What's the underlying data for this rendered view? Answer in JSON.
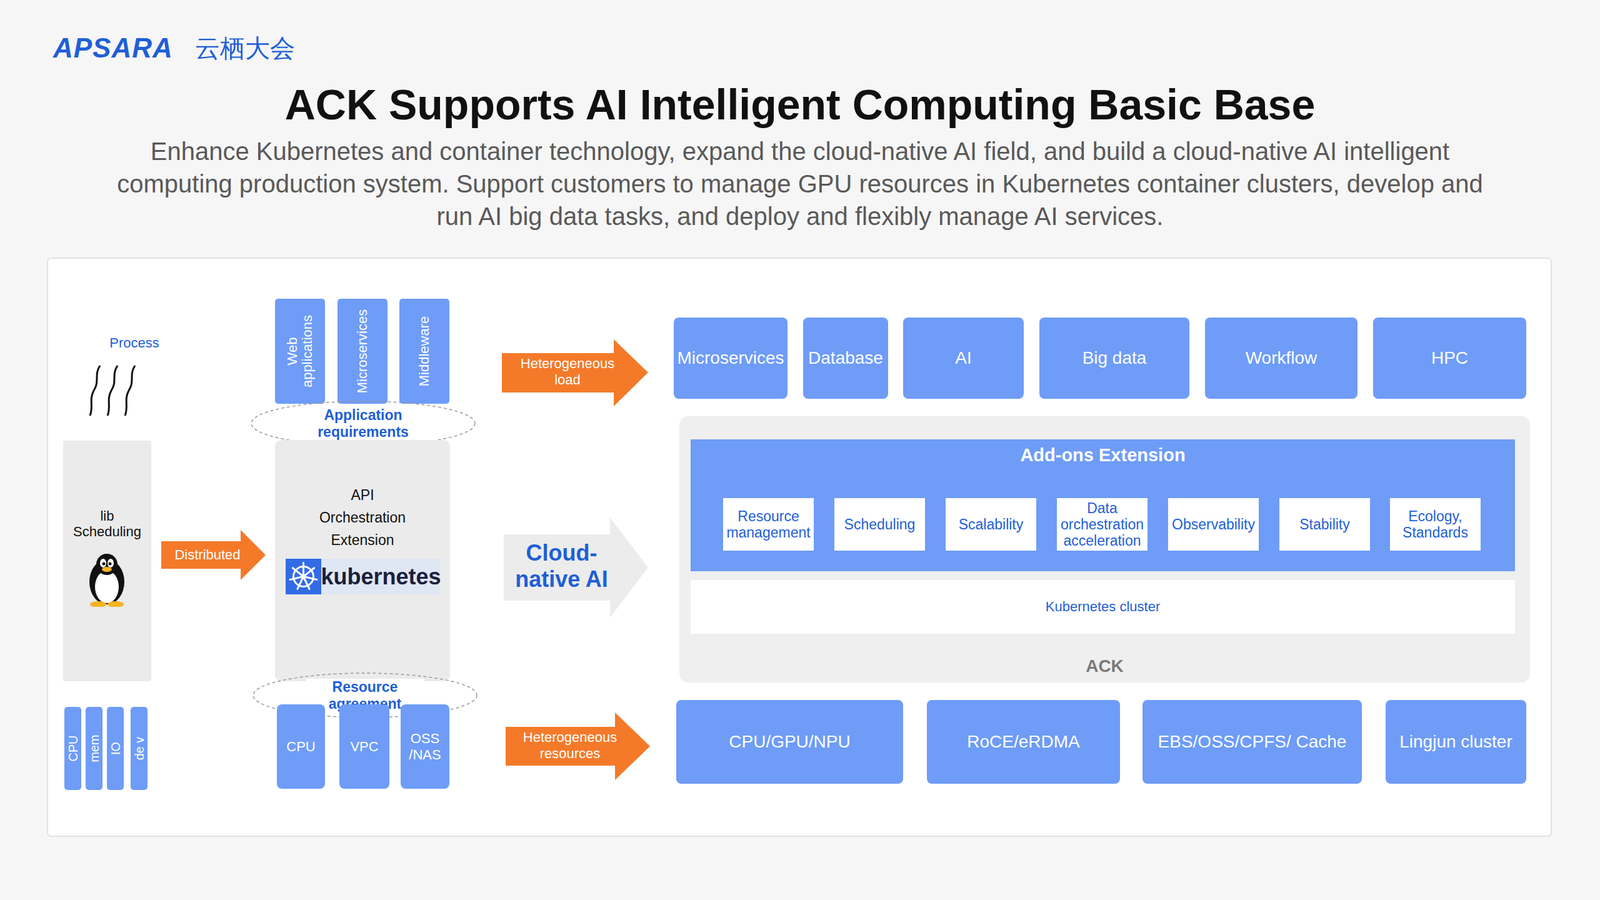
{
  "diagram": {
    "title": "ACK Supports AI Intelligent Computing Basic Base",
    "caption": "Enhance Kubernetes and container technology, expand the cloud-native AI field, and build a cloud-native AI intelligent computing production system. Support customers to manage GPU resources in Kubernetes container clusters, develop and run AI big data tasks, and deploy and flexibly manage AI services.",
    "nodes": [
      {
        "text": [
          "lib Scheduling"
        ]
      },
      {
        "text": [
          "CPU"
        ]
      },
      {
        "text": [
          "mem"
        ]
      },
      {
        "text": [
          "IO"
        ]
      },
      {
        "text": [
          "de v"
        ]
      },
      {
        "text": [
          "Web applications"
        ]
      },
      {
        "text": [
          "Microservices"
        ]
      },
      {
        "text": [
          "Middleware"
        ]
      },
      {
        "text": [
          "Application requirements"
        ]
      },
      {
        "text": [
          "API Orchestration Extension",
          "kubernetes"
        ]
      },
      {
        "text": [
          "Resource agreement"
        ]
      },
      {
        "text": [
          "CPU"
        ]
      },
      {
        "text": [
          "VPC"
        ]
      },
      {
        "text": [
          "OSS /NAS"
        ]
      },
      {
        "text": [
          "Microservices"
        ]
      },
      {
        "text": [
          "Database"
        ]
      },
      {
        "text": [
          "AI"
        ]
      },
      {
        "text": [
          "Big data"
        ]
      },
      {
        "text": [
          "Workflow"
        ]
      },
      {
        "text": [
          "HPC"
        ]
      },
      {
        "text": [
          "ACK"
        ]
      },
      {
        "text": [
          "Add-ons Extension"
        ],
        "in": 20
      },
      {
        "text": [
          "Resource management"
        ],
        "in": 21
      },
      {
        "text": [
          "Scheduling"
        ],
        "in": 21
      },
      {
        "text": [
          "Scalability"
        ],
        "in": 21
      },
      {
        "text": [
          "Data orchestration acceleration"
        ],
        "in": 21
      },
      {
        "text": [
          "Observability"
        ],
        "in": 21
      },
      {
        "text": [
          "Stability"
        ],
        "in": 21
      },
      {
        "text": [
          "Ecology, Standards"
        ],
        "in": 21
      },
      {
        "text": [
          "Kubernetes cluster"
        ],
        "in": 20
      },
      {
        "text": [
          "CPU/GPU/NPU"
        ]
      },
      {
        "text": [
          "RoCE/eRDMA"
        ]
      },
      {
        "text": [
          "EBS/OSS/CPFS/ Cache"
        ]
      },
      {
        "text": [
          "Lingjun cluster"
        ]
      }
    ],
    "labels": [
      "APSARA",
      "云栖大会",
      "Process",
      "Distributed",
      "Heterogeneous load",
      "Cloud-native AI",
      "Heterogeneous resources"
    ]
  }
}
